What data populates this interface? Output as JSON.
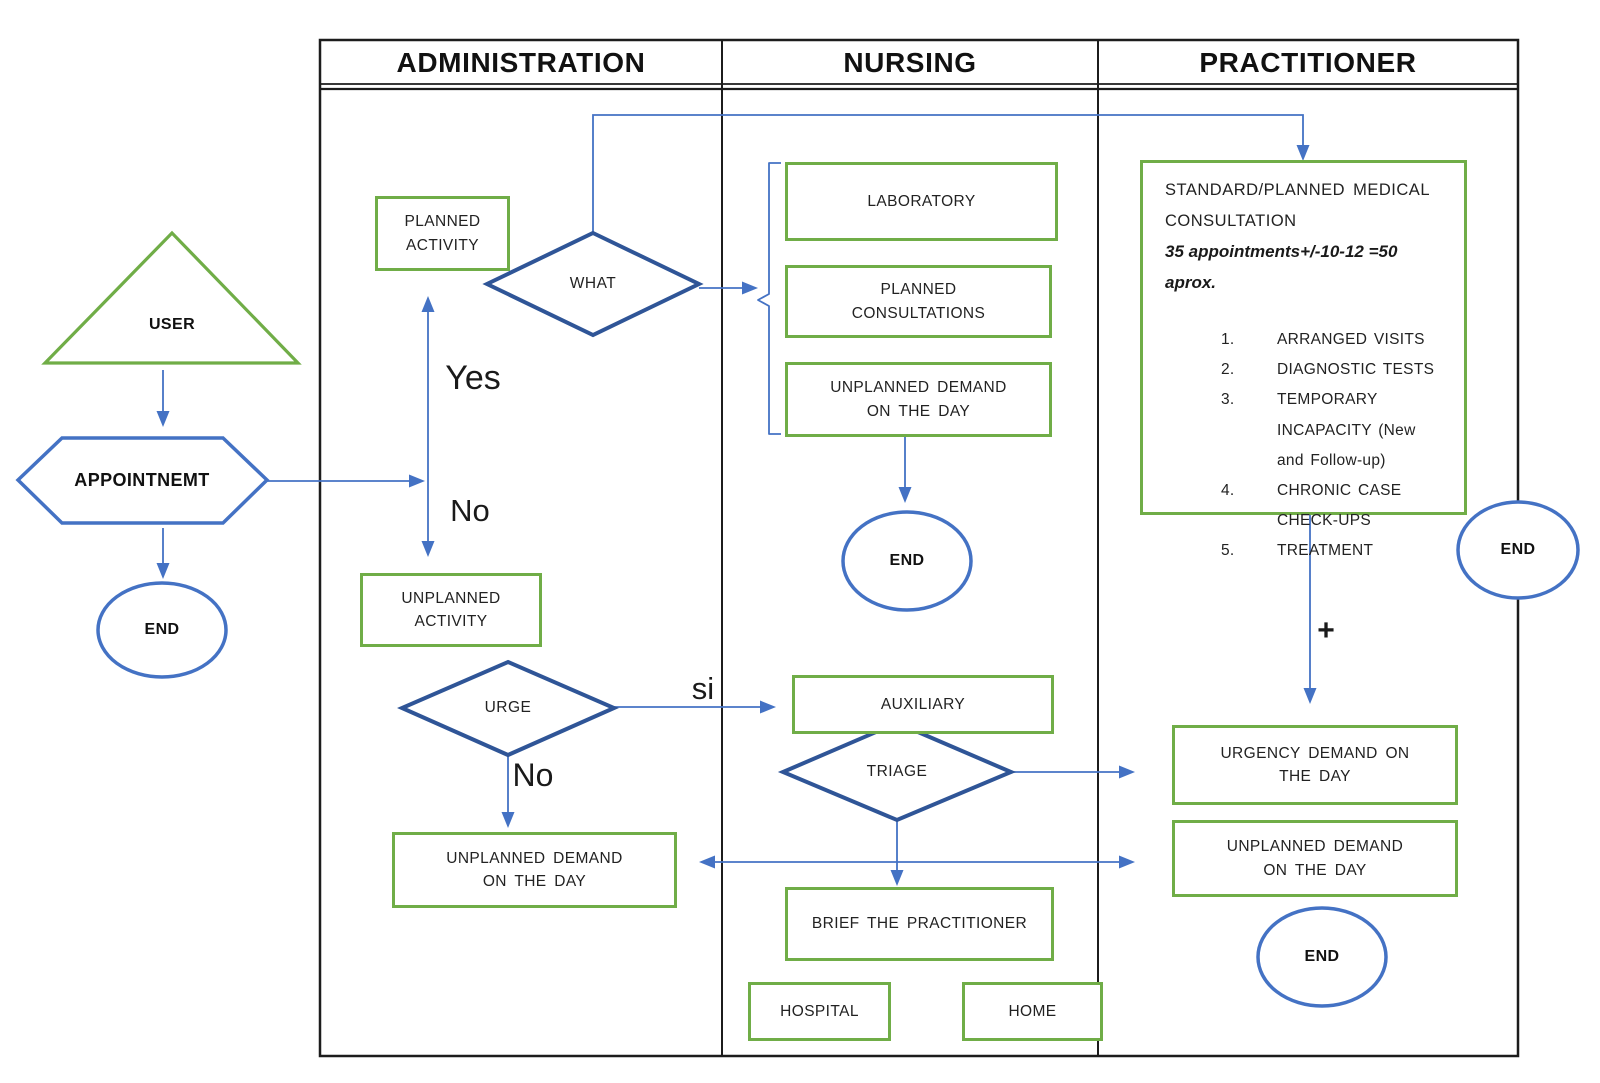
{
  "lanes": {
    "administration": "ADMINISTRATION",
    "nursing": "NURSING",
    "practitioner": "PRACTITIONER"
  },
  "intake": {
    "user": "USER",
    "appointment": "APPOINTNEMT",
    "end": "END"
  },
  "administration": {
    "planned_activity": "PLANNED ACTIVITY",
    "what": "WHAT",
    "yes_label": "Yes",
    "no_label": "No",
    "unplanned_activity": "UNPLANNED ACTIVITY",
    "urge": "URGE",
    "si_label": "si",
    "no_label_2": "No",
    "unplanned_demand": "UNPLANNED DEMAND ON THE DAY"
  },
  "nursing": {
    "laboratory": "LABORATORY",
    "planned_consultations": "PLANNED CONSULTATIONS",
    "unplanned_demand": "UNPLANNED DEMAND ON THE DAY",
    "end": "END",
    "auxiliary": "AUXILIARY",
    "triage": "TRIAGE",
    "brief_practitioner": "BRIEF THE PRACTITIONER",
    "hospital": "HOSPITAL",
    "home": "HOME"
  },
  "practitioner": {
    "consultation": {
      "title": "STANDARD/PLANNED MEDICAL CONSULTATION",
      "subtitle": "35 appointments+/-10-12 =50 aprox.",
      "numbers": [
        "1.",
        "2.",
        "3.",
        "4.",
        "5."
      ],
      "items": [
        "ARRANGED VISITS",
        "DIAGNOSTIC TESTS",
        "TEMPORARY INCAPACITY (New and Follow-up)",
        "CHRONIC CASE CHECK-UPS",
        "TREATMENT"
      ]
    },
    "end_right": "END",
    "plus_label": "+",
    "urgency_demand": "URGENCY DEMAND ON THE DAY",
    "unplanned_demand": "UNPLANNED DEMAND ON THE DAY",
    "end_bottom": "END"
  },
  "colors": {
    "box_green": "#70AD47",
    "shape_blue": "#4472C4",
    "diamond_blue": "#2F5597",
    "connector_blue": "#4472C4",
    "border_black": "#1c1c1c"
  }
}
